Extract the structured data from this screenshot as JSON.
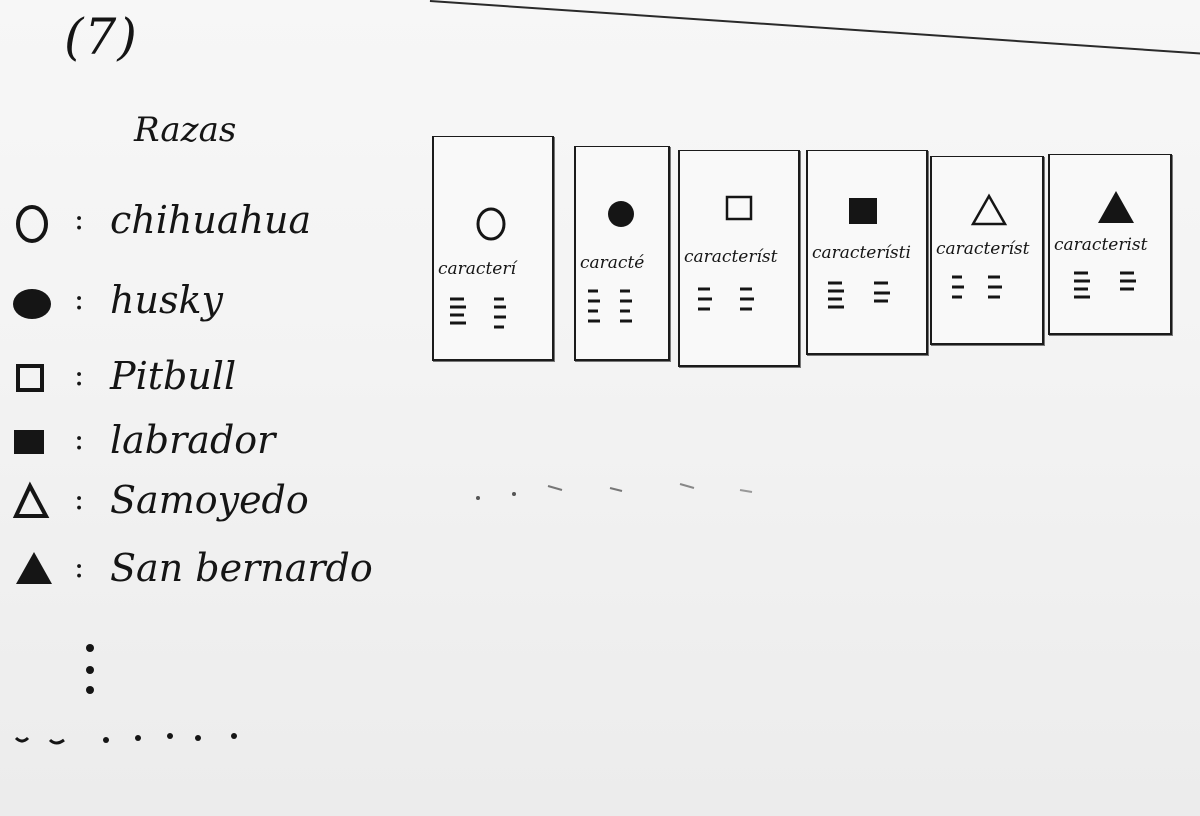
{
  "page_number": "(7)",
  "legend": {
    "title": "Razas",
    "items": [
      {
        "symbol": "circle-outline",
        "name": "chihuahua"
      },
      {
        "symbol": "circle-filled",
        "name": "husky"
      },
      {
        "symbol": "square-outline",
        "name": "Pitbull"
      },
      {
        "symbol": "square-filled",
        "name": "labrador"
      },
      {
        "symbol": "triangle-outline",
        "name": "Samoyedo"
      },
      {
        "symbol": "triangle-filled",
        "name": "San bernardo"
      }
    ]
  },
  "cards": [
    {
      "symbol": "circle-outline",
      "label": "caracterí"
    },
    {
      "symbol": "circle-filled",
      "label": "caracté"
    },
    {
      "symbol": "square-outline",
      "label": "característ"
    },
    {
      "symbol": "square-filled",
      "label": "característi"
    },
    {
      "symbol": "triangle-outline",
      "label": "característ"
    },
    {
      "symbol": "triangle-filled",
      "label": "caracterist"
    }
  ]
}
